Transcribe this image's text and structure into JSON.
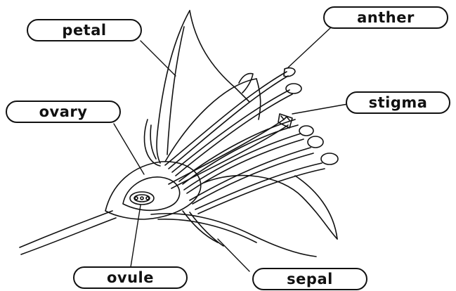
{
  "labels": {
    "petal": "petal",
    "anther": "anther",
    "ovary": "ovary",
    "stigma": "stigma",
    "ovule": "ovule",
    "sepal": "sepal"
  },
  "colors": {
    "line": "#111111",
    "background": "#ffffff"
  }
}
